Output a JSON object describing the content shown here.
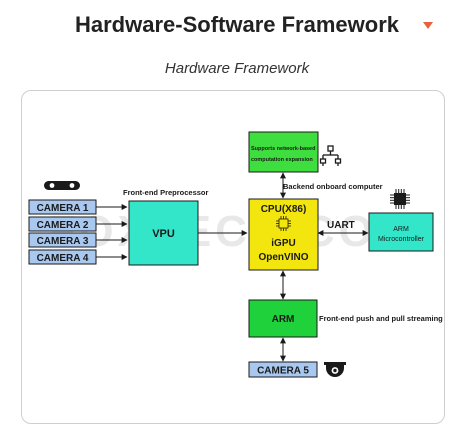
{
  "header": {
    "title": "Hardware-Software Framework",
    "subtitle": "Hardware Framework",
    "accent_color": "#e8603c",
    "expand_icon": "triangle-down-icon"
  },
  "diagram": {
    "cameras": [
      "CAMERA 1",
      "CAMERA 2",
      "CAMERA 3",
      "CAMERA 4"
    ],
    "camera5": "CAMERA 5",
    "vpu": "VPU",
    "front_end_preprocessor": "Front-end Preprocessor",
    "network_box": [
      "Supports network-based",
      "computation expansion"
    ],
    "backend_label": "Backend onboard computer",
    "cpu_box": {
      "line1": "CPU(X86)",
      "line2": "iGPU",
      "line3": "OpenVINO"
    },
    "uart": "UART",
    "arm_micro": [
      "ARM",
      "Microcontroller"
    ],
    "arm": "ARM",
    "streaming_label": "Front-end push and pull streaming",
    "watermark": "FOXTECH.COM",
    "colors": {
      "camera_fill": "#a9c8f0",
      "vpu_fill": "#33e5c9",
      "network_fill": "#3ede3e",
      "cpu_fill": "#f3e60e",
      "micro_fill": "#33e5c9",
      "arm_fill": "#1fd13a"
    },
    "icons": [
      "stereo-camera-icon",
      "network-topology-icon",
      "chip-icon",
      "dome-camera-icon"
    ]
  }
}
